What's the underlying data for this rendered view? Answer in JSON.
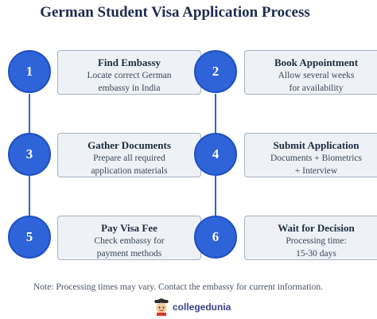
{
  "title": "German Student Visa Application Process",
  "steps": [
    {
      "number": "1",
      "title": "Find Embassy",
      "desc_line1": "Locate correct German",
      "desc_line2": "embassy in India"
    },
    {
      "number": "2",
      "title": "Book Appointment",
      "desc_line1": "Allow several weeks",
      "desc_line2": "for availability"
    },
    {
      "number": "3",
      "title": "Gather Documents",
      "desc_line1": "Prepare all required",
      "desc_line2": "application materials"
    },
    {
      "number": "4",
      "title": "Submit Application",
      "desc_line1": "Documents + Biometrics",
      "desc_line2": "+ Interview"
    },
    {
      "number": "5",
      "title": "Pay Visa Fee",
      "desc_line1": "Check embassy for",
      "desc_line2": "payment methods"
    },
    {
      "number": "6",
      "title": "Wait for Decision",
      "desc_line1": "Processing time:",
      "desc_line2": "15-30 days"
    }
  ],
  "note": "Note: Processing times may vary. Contact the embassy for current information.",
  "brand": {
    "name": "collegedunia",
    "icon": "mascot-logo-icon"
  },
  "colors": {
    "circle": "#2f63d8",
    "connector": "#2f63d8",
    "card_bg": "#eef2f7",
    "card_border": "#a7b3c3",
    "title": "#1d2b4f"
  }
}
